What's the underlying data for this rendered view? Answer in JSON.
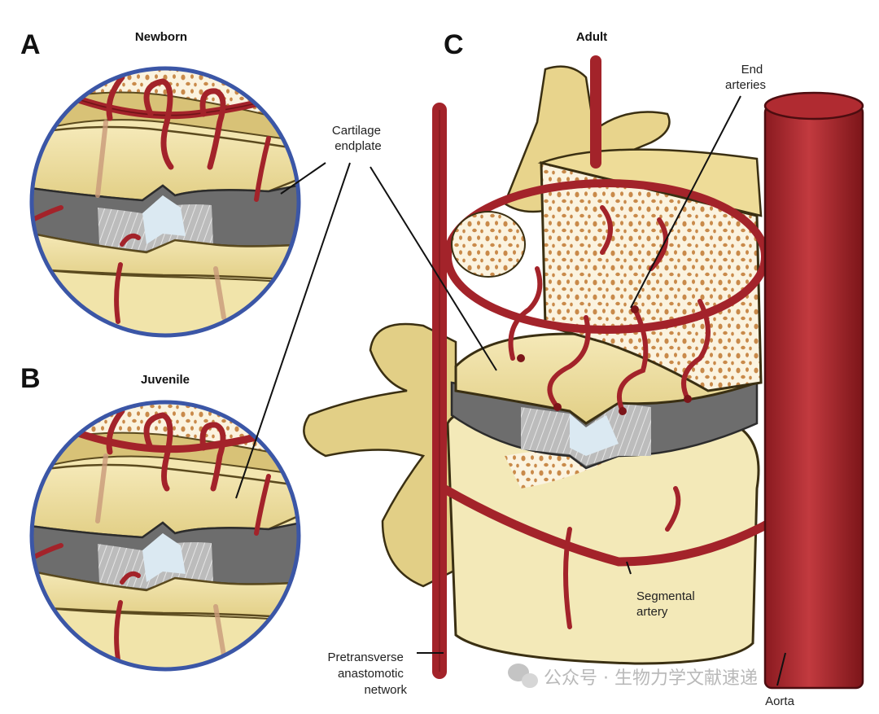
{
  "panels": {
    "a": {
      "letter": "A",
      "title": "Newborn"
    },
    "b": {
      "letter": "B",
      "title": "Juvenile"
    },
    "c": {
      "letter": "C",
      "title": "Adult"
    }
  },
  "labels": {
    "cartilage_endplate": [
      "Cartilage",
      "endplate"
    ],
    "end_arteries": [
      "End",
      "arteries"
    ],
    "segmental_artery": [
      "Segmental",
      "artery"
    ],
    "pretransverse": [
      "Pretransverse",
      "anastomotic",
      "network"
    ],
    "aorta": "Aorta"
  },
  "watermark": "公众号 · 生物力学文献速递",
  "colors": {
    "artery": "#a3232a",
    "artery_dark": "#6f1417",
    "bone": "#efe2a6",
    "bone_shadow": "#cbb36a",
    "disc_gray": "#6f6f6f",
    "nucleus": "#dbe9f2",
    "circle_border": "#3b56a6",
    "spongy_dots": "#c98a4a"
  }
}
